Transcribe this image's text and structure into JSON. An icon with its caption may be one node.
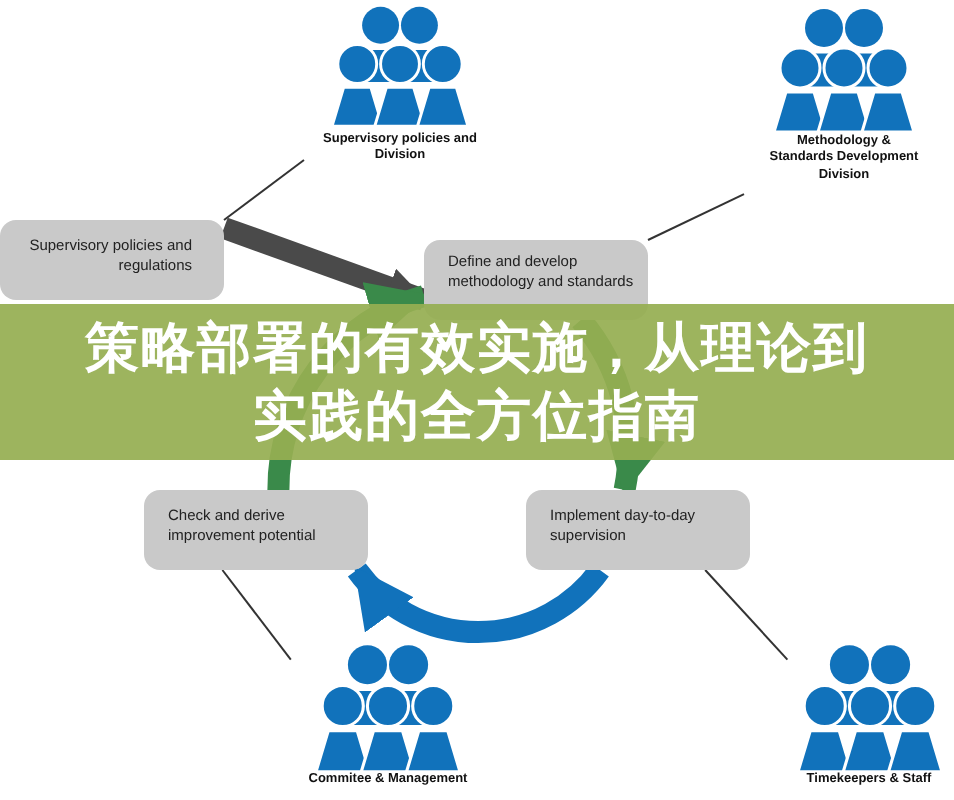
{
  "diagram": {
    "title": "策略部署的有效实施，从理论到实践的全方位指南",
    "nodes": [
      {
        "text": [
          "Supervisory policies and Division"
        ]
      },
      {
        "text": [
          "Methodology & Standards Development Division"
        ]
      },
      {
        "text": [
          "Supervisory policies and regulations"
        ]
      },
      {
        "text": [
          "Define and develop methodology and standards"
        ]
      },
      {
        "text": [
          "Check and derive improvement potential"
        ]
      },
      {
        "text": [
          "Implement day-to-day supervision"
        ]
      },
      {
        "text": [
          "Commitee & Management"
        ]
      },
      {
        "text": [
          "Timekeepers & Staff"
        ]
      }
    ],
    "edges": [
      {
        "from": 0,
        "to": 2,
        "arrow": "none"
      },
      {
        "from": 1,
        "to": 3,
        "arrow": "none"
      },
      {
        "from": 4,
        "to": 6,
        "arrow": "none"
      },
      {
        "from": 5,
        "to": 7,
        "arrow": "none"
      },
      {
        "from": 2,
        "to": 3,
        "arrow": "to",
        "style": "thick",
        "color": "#4a4a4a"
      },
      {
        "from": 3,
        "to": 5,
        "arrow": "to",
        "style": "thick",
        "color": "#3a8a4a"
      },
      {
        "from": 5,
        "to": 4,
        "arrow": "to",
        "style": "thick",
        "color": "#1172bb"
      },
      {
        "from": 4,
        "to": 3,
        "arrow": "to",
        "style": "thick",
        "color": "#3a8a4a"
      }
    ]
  }
}
